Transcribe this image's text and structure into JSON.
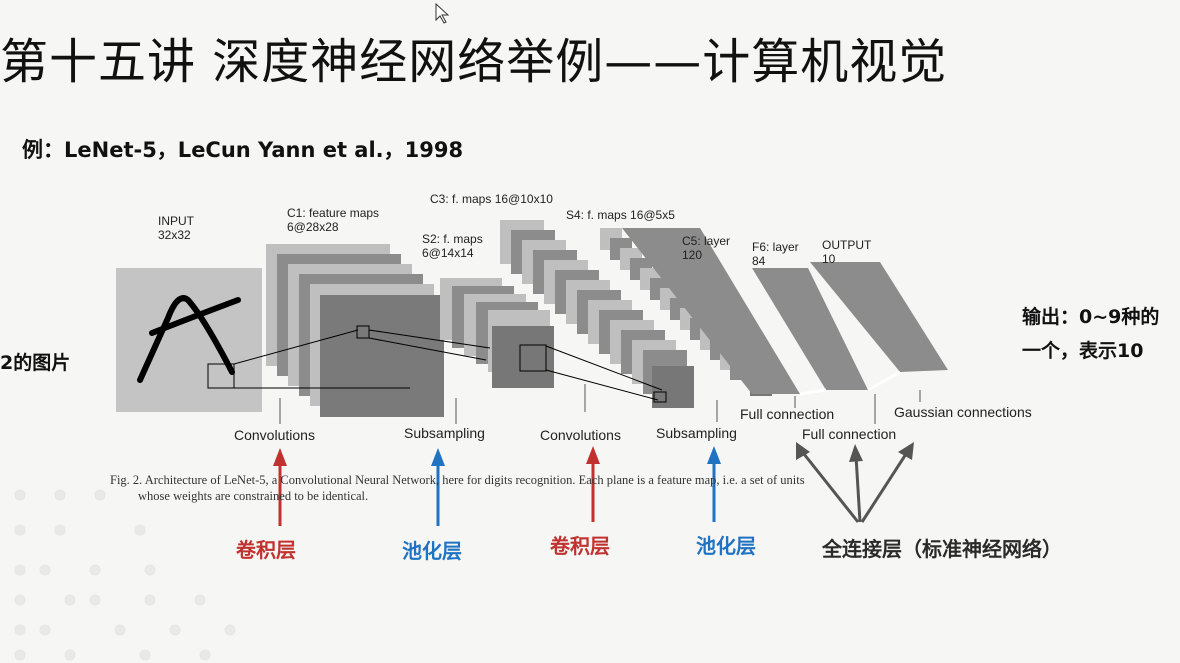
{
  "slide": {
    "title": "第十五讲 深度神经网络举例——计算机视觉",
    "example_line": "例：LeNet-5，LeCun Yann et al.，1998",
    "left_note": "2的图片",
    "right_note_line1": "输出：0~9种的",
    "right_note_line2": "一个，表示10"
  },
  "diagram": {
    "input_label_1": "INPUT",
    "input_label_2": "32x32",
    "c1_label_1": "C1: feature maps",
    "c1_label_2": "6@28x28",
    "s2_label_1": "S2: f. maps",
    "s2_label_2": "6@14x14",
    "c3_label": "C3: f. maps 16@10x10",
    "s4_label": "S4: f. maps 16@5x5",
    "c5_label_1": "C5: layer",
    "c5_label_2": "120",
    "f6_label_1": "F6: layer",
    "f6_label_2": "84",
    "output_label_1": "OUTPUT",
    "output_label_2": "10",
    "ops": {
      "conv1": "Convolutions",
      "sub1": "Subsampling",
      "conv2": "Convolutions",
      "sub2": "Subsampling",
      "full1": "Full connection",
      "full2": "Full connection",
      "gauss": "Gaussian connections"
    },
    "caption_line1": "Fig. 2.   Architecture of LeNet-5, a Convolutional Neural Network, here for digits recognition.  Each plane is a feature map, i.e. a set of units",
    "caption_line2": "whose weights are constrained to be identical."
  },
  "annotations": {
    "conv_layer_1": "卷积层",
    "pool_layer_1": "池化层",
    "conv_layer_2": "卷积层",
    "pool_layer_2": "池化层",
    "fc_layer": "全连接层（标准神经网络）"
  },
  "colors": {
    "conv_annotation": "#c0322f",
    "pool_annotation": "#1f73c2",
    "fc_annotation": "#2a2a2a"
  }
}
